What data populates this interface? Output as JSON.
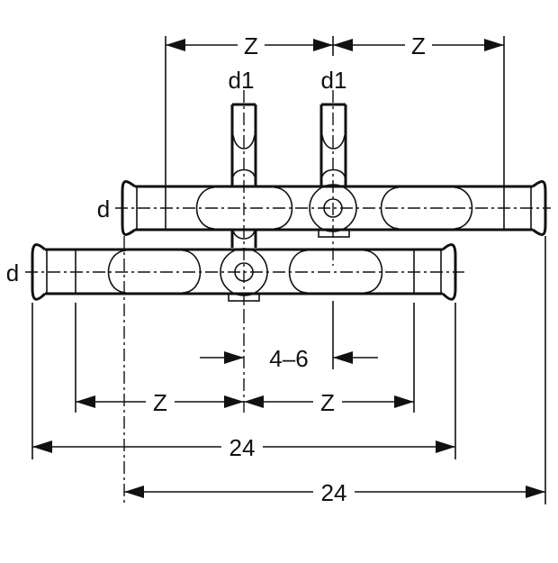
{
  "labels": {
    "d_upper": "d",
    "d_lower": "d",
    "d1_left": "d1",
    "d1_right": "d1",
    "z_top_left": "Z",
    "z_top_right": "Z",
    "z_bottom_left": "Z",
    "z_bottom_right": "Z",
    "offset": "4–6",
    "length_lower": "24",
    "length_upper": "24"
  },
  "colors": {
    "line": "#111111",
    "background": "#ffffff"
  }
}
